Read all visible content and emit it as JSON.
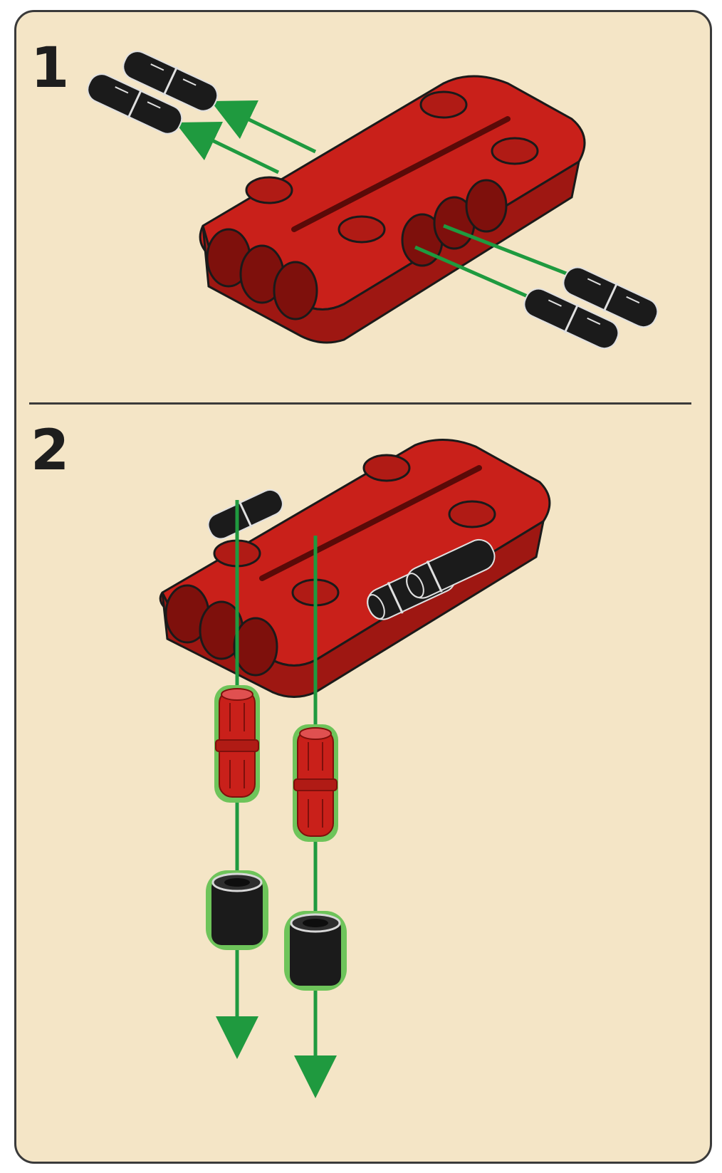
{
  "steps": [
    {
      "number": "1",
      "description_parts": [
        "red-liftarm-block",
        "black-connector-pins-x4"
      ]
    },
    {
      "number": "2",
      "description_parts": [
        "red-liftarm-block",
        "red-pins-x2",
        "black-bushes-x2"
      ]
    }
  ],
  "colors": {
    "background": "#f4e5c6",
    "border": "#3a3a3a",
    "brick_red": "#c9201a",
    "brick_red_dark": "#8e1410",
    "pin_black": "#1b1b1b",
    "arrow_green": "#1f9a3f",
    "highlight_green": "#6ec45a"
  }
}
